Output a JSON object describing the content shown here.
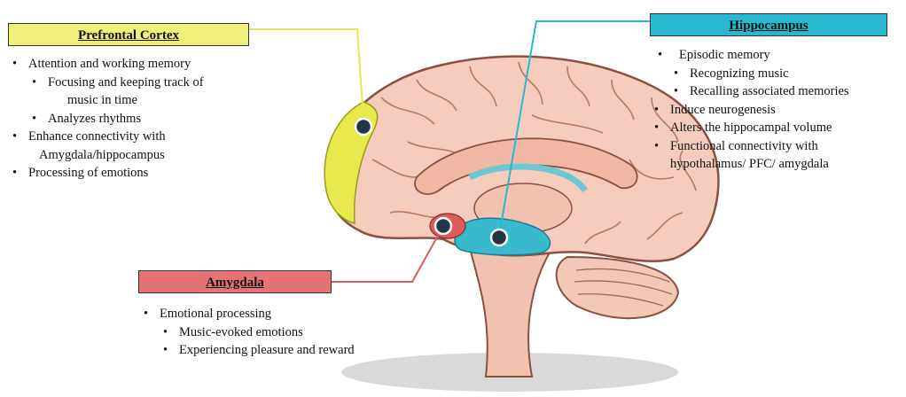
{
  "prefrontal": {
    "title": "Prefrontal Cortex",
    "color": "#eef07a",
    "items": [
      "Attention and working memory",
      "Focusing and keeping track of",
      "music in time",
      "Analyzes rhythms",
      "Enhance connectivity with",
      "Amygdala/hippocampus",
      "Processing of emotions"
    ]
  },
  "hippocampus": {
    "title": "Hippocampus",
    "color": "#29b7cf",
    "items": [
      "Episodic memory",
      "Recognizing music",
      "Recalling associated memories",
      "Induce neurogenesis",
      "Alters the hippocampal volume",
      "Functional connectivity with",
      "hypothalamus/ PFC/ amygdala"
    ]
  },
  "amygdala": {
    "title": "Amygdala",
    "color": "#e47474",
    "items": [
      "Emotional processing",
      "Music-evoked emotions",
      "Experiencing pleasure and reward"
    ]
  }
}
